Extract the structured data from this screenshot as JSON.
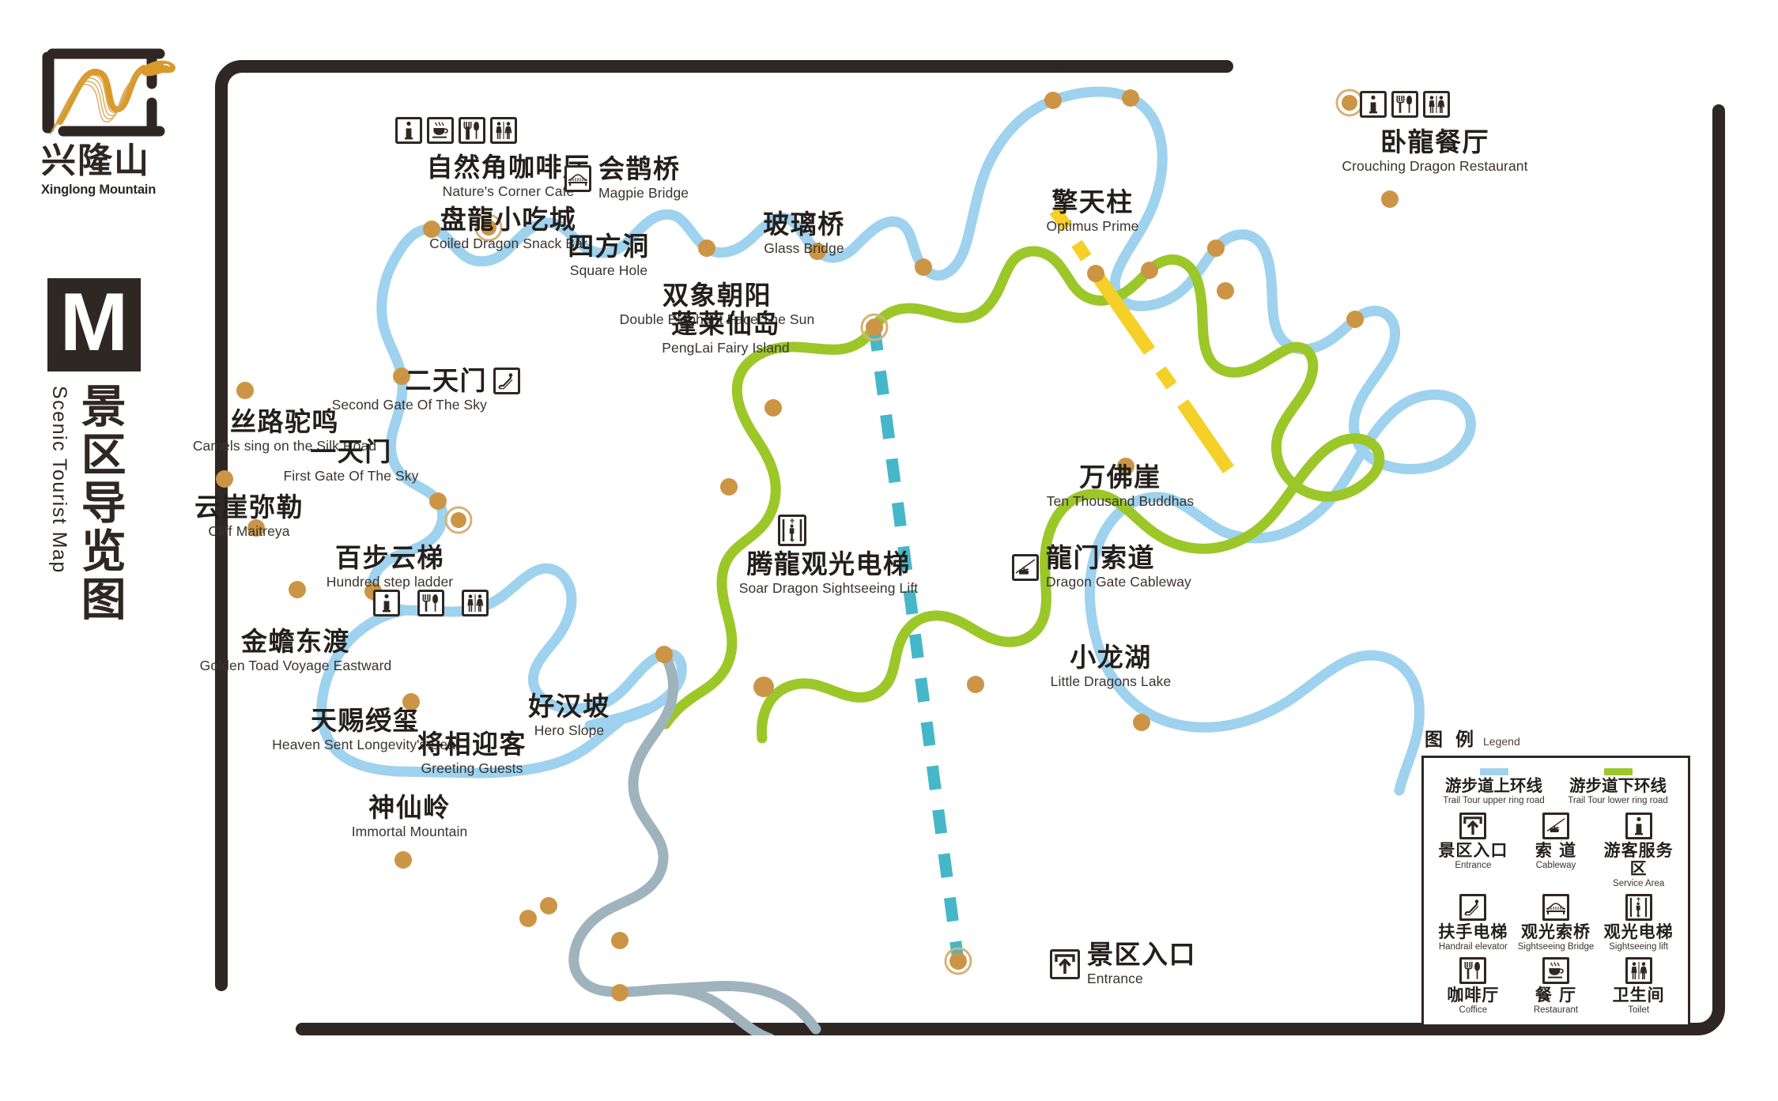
{
  "brand": {
    "cn": "兴隆山",
    "en": "Xinglong Mountain",
    "logo_icon": "dragon-wave-logo"
  },
  "title": {
    "badge": "M",
    "cn": "景区导览图",
    "en": "Scenic Tourist Map"
  },
  "colors": {
    "upper_ring": "#9ed2ee",
    "lower_ring": "#9cc729",
    "cableway": "#46b7c8",
    "glass_bridge": "#f5d028",
    "road": "#9fb3bd",
    "marker": "#cc9545",
    "ink": "#2e2724"
  },
  "pois": [
    {
      "id": "natures-corner-cafe",
      "cn": "自然角咖啡厅",
      "en": "Nature's  Corner Café",
      "icons": [
        "info-icon",
        "coffee-icon",
        "restaurant-icon",
        "toilet-icon"
      ]
    },
    {
      "id": "coiled-dragon-snack-bar",
      "cn": "盘龍小吃城",
      "en": "Coiled Dragon Snack Bar",
      "icons": []
    },
    {
      "id": "magpie-bridge",
      "cn": "会鹊桥",
      "en": "Magpie Bridge",
      "icons": [
        "sightseeing-bridge-icon"
      ]
    },
    {
      "id": "square-hole",
      "cn": "四方洞",
      "en": "Square Hole",
      "icons": []
    },
    {
      "id": "double-elephant",
      "cn": "双象朝阳",
      "en": "Double Elephant Face The Sun",
      "icons": []
    },
    {
      "id": "glass-bridge",
      "cn": "玻璃桥",
      "en": "Glass Bridge",
      "icons": []
    },
    {
      "id": "optimus-prime",
      "cn": "擎天柱",
      "en": "Optimus Prime",
      "icons": []
    },
    {
      "id": "crouching-dragon-restaurant",
      "cn": "卧龍餐厅",
      "en": "Crouching Dragon Restaurant",
      "icons": [
        "info-icon",
        "restaurant-icon",
        "toilet-icon"
      ]
    },
    {
      "id": "penglai-fairy-island",
      "cn": "蓬莱仙岛",
      "en": "PengLai Fairy Island",
      "icons": []
    },
    {
      "id": "second-gate",
      "cn": "二天门",
      "en": "Second Gate Of The Sky",
      "icons": [
        "handrail-elevator-icon"
      ]
    },
    {
      "id": "camels-silk-road",
      "cn": "丝路驼鸣",
      "en": "Camels sing on the Silk Road",
      "icons": []
    },
    {
      "id": "first-gate",
      "cn": "一天门",
      "en": "First Gate Of The Sky",
      "icons": []
    },
    {
      "id": "cliff-maitreya",
      "cn": "云崖弥勒",
      "en": "Cliff Maitreya",
      "icons": []
    },
    {
      "id": "hundred-step-ladder",
      "cn": "百步云梯",
      "en": "Hundred step ladder",
      "icons": []
    },
    {
      "id": "golden-toad",
      "cn": "金蟾东渡",
      "en": "Golden Toad Voyage Eastward",
      "icons": []
    },
    {
      "id": "heaven-sent-seal",
      "cn": "天赐绶玺",
      "en": "Heaven Sent Longevity's Seal",
      "icons": []
    },
    {
      "id": "immortal-mountain",
      "cn": "神仙岭",
      "en": "Immortal Mountain",
      "icons": []
    },
    {
      "id": "greeting-guests",
      "cn": "将相迎客",
      "en": "Greeting Guests",
      "icons": []
    },
    {
      "id": "hero-slope",
      "cn": "好汉坡",
      "en": "Hero Slope",
      "icons": []
    },
    {
      "id": "soar-dragon-lift",
      "cn": "腾龍观光电梯",
      "en": "Soar Dragon Sightseeing Lift",
      "icons": [
        "sightseeing-lift-icon"
      ]
    },
    {
      "id": "dragon-gate-cableway",
      "cn": "龍门索道",
      "en": "Dragon Gate Cableway",
      "icons": [
        "cableway-icon"
      ]
    },
    {
      "id": "ten-thousand-buddhas",
      "cn": "万佛崖",
      "en": "Ten Thousand Buddhas",
      "icons": []
    },
    {
      "id": "little-dragons-lake",
      "cn": "小龙湖",
      "en": "Little Dragons Lake",
      "icons": []
    },
    {
      "id": "entrance",
      "cn": "景区入口",
      "en": "Entrance",
      "icons": [
        "entrance-icon"
      ]
    }
  ],
  "service_clusters": [
    {
      "id": "service-cluster-north",
      "icons": [
        "info-icon",
        "coffee-icon",
        "restaurant-icon",
        "toilet-icon"
      ]
    },
    {
      "id": "service-cluster-center",
      "icons": [
        "info-icon",
        "restaurant-icon",
        "toilet-icon"
      ]
    },
    {
      "id": "service-cluster-east",
      "icons": [
        "info-icon",
        "restaurant-icon",
        "toilet-icon"
      ]
    }
  ],
  "legend": {
    "title_cn": "图 例",
    "title_en": "Legend",
    "trails": [
      {
        "cn": "游步道上环线",
        "en": "Trail Tour upper ring road",
        "color": "#9ed2ee"
      },
      {
        "cn": "游步道下环线",
        "en": "Trail Tour lower ring road",
        "color": "#9cc729"
      }
    ],
    "items": [
      {
        "cn": "景区入口",
        "en": "Entrance",
        "icon": "entrance-icon"
      },
      {
        "cn": "索 道",
        "en": "Cableway",
        "icon": "cableway-icon"
      },
      {
        "cn": "游客服务区",
        "en": "Service Area",
        "icon": "info-icon"
      },
      {
        "cn": "扶手电梯",
        "en": "Handrail elevator",
        "icon": "handrail-elevator-icon"
      },
      {
        "cn": "观光索桥",
        "en": "Sightseeing Bridge",
        "icon": "sightseeing-bridge-icon"
      },
      {
        "cn": "观光电梯",
        "en": "Sightseeing lift",
        "icon": "sightseeing-lift-icon"
      },
      {
        "cn": "咖啡厅",
        "en": "Coffice",
        "icon": "restaurant-icon"
      },
      {
        "cn": "餐 厅",
        "en": "Restaurant",
        "icon": "coffee-icon"
      },
      {
        "cn": "卫生间",
        "en": "Toilet",
        "icon": "toilet-icon"
      }
    ]
  }
}
